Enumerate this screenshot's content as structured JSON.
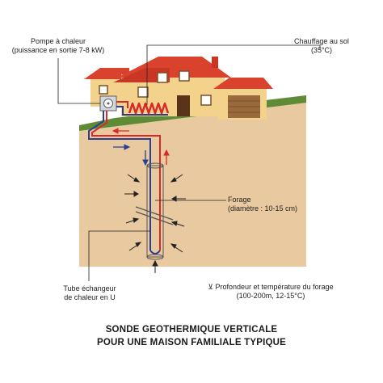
{
  "labels": {
    "heat_pump": {
      "line1": "Pompe à chaleur",
      "line2": "(puissance en sortie 7-8 kW)"
    },
    "floor_heating": {
      "line1": "Chauffage au sol",
      "line2": "(35°C)"
    },
    "borehole": {
      "line1": "Forage",
      "line2": "(diamètre : 10-15 cm)"
    },
    "u_tube": {
      "line1": "Tube échangeur",
      "line2": "de chaleur en U"
    },
    "depth": {
      "symbol": "⊻",
      "line1": "Profondeur et température du forage",
      "line2": "(100-200m, 12-15°C)"
    }
  },
  "title": {
    "line1": "SONDE GEOTHERMIQUE VERTICALE",
    "line2": "POUR UNE MAISON FAMILIALE TYPIQUE"
  },
  "colors": {
    "ground": "#e9c9a0",
    "grass": "#5f8b37",
    "roof": "#d9422c",
    "wall": "#f3d28c",
    "hot_pipe": "#d8282a",
    "cold_pipe": "#2c3f8f"
  }
}
